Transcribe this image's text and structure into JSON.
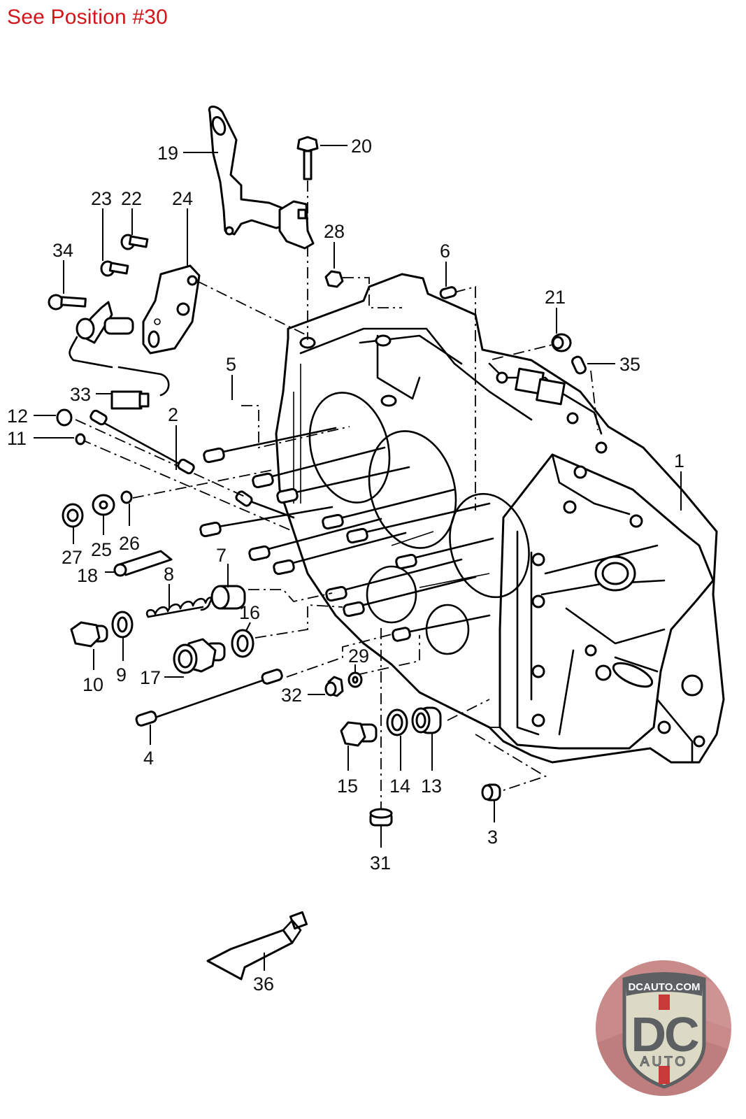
{
  "header": {
    "note": "See Position #30",
    "note_color": "#d0161b"
  },
  "diagram": {
    "subject": "Engine crankcase exploded parts diagram",
    "callouts": [
      {
        "id": "1",
        "label": "1"
      },
      {
        "id": "2",
        "label": "2"
      },
      {
        "id": "3",
        "label": "3"
      },
      {
        "id": "4",
        "label": "4"
      },
      {
        "id": "5",
        "label": "5"
      },
      {
        "id": "6",
        "label": "6"
      },
      {
        "id": "7",
        "label": "7"
      },
      {
        "id": "8",
        "label": "8"
      },
      {
        "id": "9",
        "label": "9"
      },
      {
        "id": "10",
        "label": "10"
      },
      {
        "id": "11",
        "label": "11"
      },
      {
        "id": "12",
        "label": "12"
      },
      {
        "id": "13",
        "label": "13"
      },
      {
        "id": "14",
        "label": "14"
      },
      {
        "id": "15",
        "label": "15"
      },
      {
        "id": "16",
        "label": "16"
      },
      {
        "id": "17",
        "label": "17"
      },
      {
        "id": "18",
        "label": "18"
      },
      {
        "id": "19",
        "label": "19"
      },
      {
        "id": "20",
        "label": "20"
      },
      {
        "id": "21",
        "label": "21"
      },
      {
        "id": "22",
        "label": "22"
      },
      {
        "id": "23",
        "label": "23"
      },
      {
        "id": "24",
        "label": "24"
      },
      {
        "id": "25",
        "label": "25"
      },
      {
        "id": "26",
        "label": "26"
      },
      {
        "id": "27",
        "label": "27"
      },
      {
        "id": "28",
        "label": "28"
      },
      {
        "id": "29",
        "label": "29"
      },
      {
        "id": "31",
        "label": "31"
      },
      {
        "id": "32",
        "label": "32"
      },
      {
        "id": "33",
        "label": "33"
      },
      {
        "id": "34",
        "label": "34"
      },
      {
        "id": "35",
        "label": "35"
      },
      {
        "id": "36",
        "label": "36"
      }
    ]
  },
  "logo": {
    "top_text": "DCAUTO.COM",
    "letters": "DC",
    "sub_text": "AUTO",
    "colors": {
      "ring": "#c98a8a",
      "shield": "#dcd9c4",
      "letters": "#5d6063",
      "stripe": "#c73a3a",
      "border": "#5d6063"
    }
  }
}
